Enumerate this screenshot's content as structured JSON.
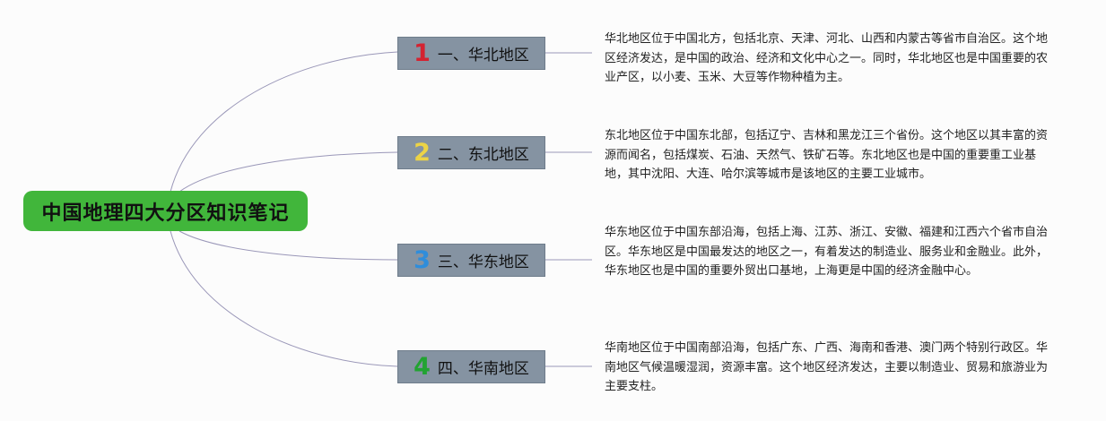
{
  "root": {
    "title": "中国地理四大分区知识笔记",
    "color": "#41b63b"
  },
  "branches": [
    {
      "number": "1",
      "number_color": "#d42331",
      "label": "一、华北地区",
      "note": "华北地区位于中国北方，包括北京、天津、河北、山西和内蒙古等省市自治区。这个地区经济发达，是中国的政治、经济和文化中心之一。同时，华北地区也是中国重要的农业产区，以小麦、玉米、大豆等作物种植为主。"
    },
    {
      "number": "2",
      "number_color": "#ecd346",
      "label": "二、东北地区",
      "note": "东北地区位于中国东北部，包括辽宁、吉林和黑龙江三个省份。这个地区以其丰富的资源而闻名，包括煤炭、石油、天然气、铁矿石等。东北地区也是中国的重要重工业基地，其中沈阳、大连、哈尔滨等城市是该地区的主要工业城市。"
    },
    {
      "number": "3",
      "number_color": "#2f8ddb",
      "label": "三、华东地区",
      "note": "华东地区位于中国东部沿海，包括上海、江苏、浙江、安徽、福建和江西六个省市自治区。华东地区是中国最发达的地区之一，有着发达的制造业、服务业和金融业。此外，华东地区也是中国的重要外贸出口基地，上海更是中国的经济金融中心。"
    },
    {
      "number": "4",
      "number_color": "#22a332",
      "label": "四、华南地区",
      "note": "华南地区位于中国南部沿海，包括广东、广西、海南和香港、澳门两个特别行政区。华南地区气候温暖湿润，资源丰富。这个地区经济发达，主要以制造业、贸易和旅游业为主要支柱。"
    }
  ],
  "colors": {
    "branch_fill": "#8593a2",
    "connector": "#9a97b8",
    "background": "#fcfcfc"
  }
}
